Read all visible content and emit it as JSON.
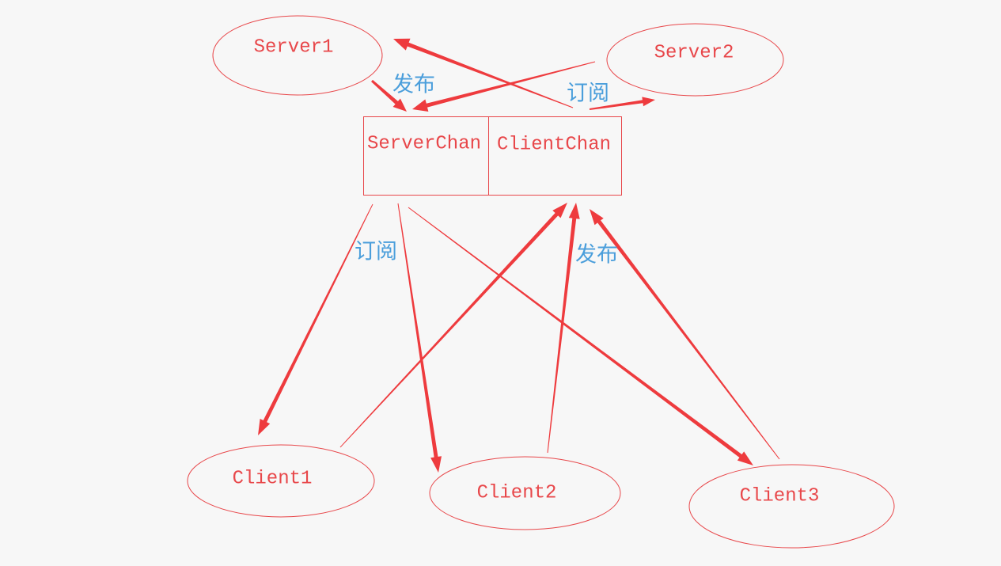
{
  "colors": {
    "background": "#f7f7f7",
    "shape": "#e8474a",
    "label": "#4a9edb",
    "arrow": "#ee3b3e"
  },
  "nodes": {
    "server1": "Server1",
    "server2": "Server2",
    "client1": "Client1",
    "client2": "Client2",
    "client3": "Client3"
  },
  "channels": {
    "server_chan": "ServerChan",
    "client_chan": "ClientChan"
  },
  "edge_labels": {
    "publish_top": "发布",
    "subscribe_top": "订阅",
    "subscribe_bottom": "订阅",
    "publish_bottom": "发布"
  }
}
